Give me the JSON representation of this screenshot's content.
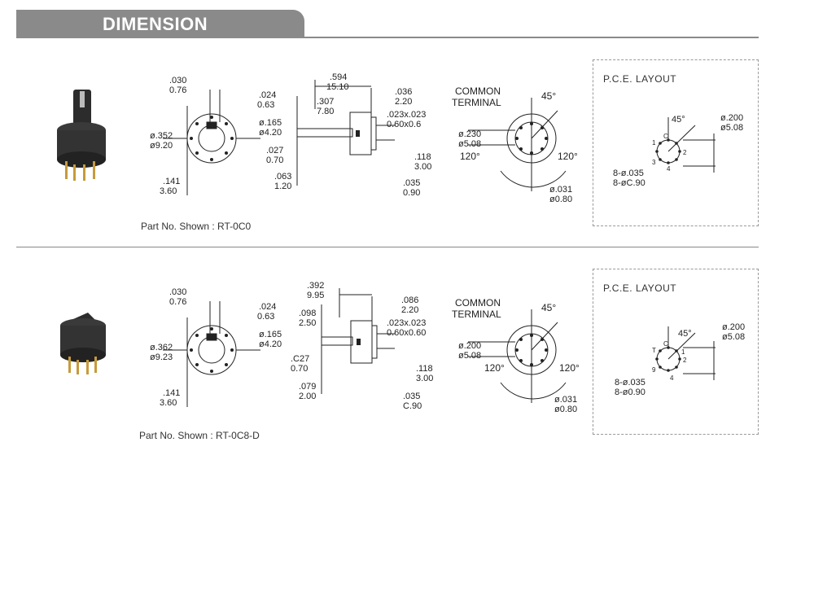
{
  "section_title": "DIMENSION",
  "rows": [
    {
      "part_shown": "Part No. Shown : RT-0C0",
      "front": {
        "top_dim": [
          ".030",
          "0.76"
        ],
        "top_right_dim": [
          ".024",
          "0.63"
        ],
        "right_dim": [
          "ø.165",
          "ø4.20"
        ],
        "left_dim": [
          "ø.352",
          "ø9.20"
        ],
        "bottom_dim": [
          ".141",
          "3.60"
        ]
      },
      "side": {
        "overall": [
          ".594",
          "15.10"
        ],
        "body": [
          ".307",
          "7.80"
        ],
        "top_right": [
          ".036",
          "2.20"
        ],
        "pin": [
          ".023x.023",
          "0.60x0.6"
        ],
        "shaft_left": [
          ".027",
          "0.70"
        ],
        "pin_len": [
          ".118",
          "3.00"
        ],
        "base_left": [
          ".063",
          "1.20"
        ],
        "bottom_right": [
          ".035",
          "0.90"
        ]
      },
      "rear": {
        "common_terminal": [
          "COMMON",
          "TERMINAL"
        ],
        "angle_top": "45°",
        "angle_left": "120°",
        "angle_right": "120°",
        "dia": [
          "ø.230",
          "ø5.08"
        ],
        "pin_dia": [
          "ø.031",
          "ø0.80"
        ]
      },
      "pce": {
        "title": "P.C.E. LAYOUT",
        "angle": "45°",
        "pitch": [
          "ø.200",
          "ø5.08"
        ],
        "holes": [
          "8-ø.035",
          "8-øC.90"
        ],
        "pin_labels": [
          "C",
          "1",
          "2",
          "3",
          "4"
        ]
      }
    },
    {
      "part_shown": "Part No. Shown : RT-0C8-D",
      "front": {
        "top_dim": [
          ".030",
          "0.76"
        ],
        "top_right_dim": [
          ".024",
          "0.63"
        ],
        "right_dim": [
          "ø.165",
          "ø4.20"
        ],
        "left_dim": [
          "ø.362",
          "ø9.23"
        ],
        "bottom_dim": [
          ".141",
          "3.60"
        ]
      },
      "side": {
        "overall": [
          ".392",
          "9.95"
        ],
        "body": [
          ".098",
          "2.50"
        ],
        "top_right": [
          ".086",
          "2.20"
        ],
        "pin": [
          ".023x.023",
          "0.60x0.60"
        ],
        "shaft_left": [
          ".C27",
          "0.70"
        ],
        "pin_len": [
          ".118",
          "3.00"
        ],
        "base_left": [
          ".079",
          "2.00"
        ],
        "bottom_right": [
          ".035",
          "C.90"
        ]
      },
      "rear": {
        "common_terminal": [
          "COMMON",
          "TERMINAL"
        ],
        "angle_top": "45°",
        "angle_left": "120°",
        "angle_right": "120°",
        "dia": [
          "ø.200",
          "ø5.08"
        ],
        "pin_dia": [
          "ø.031",
          "ø0.80"
        ]
      },
      "pce": {
        "title": "P.C.E. LAYOUT",
        "angle": "45°",
        "pitch": [
          "ø.200",
          "ø5.08"
        ],
        "holes": [
          "8-ø.035",
          "8-ø0.90"
        ],
        "pin_labels": [
          "C",
          "1",
          "2",
          "T",
          "4",
          "9"
        ]
      }
    }
  ]
}
